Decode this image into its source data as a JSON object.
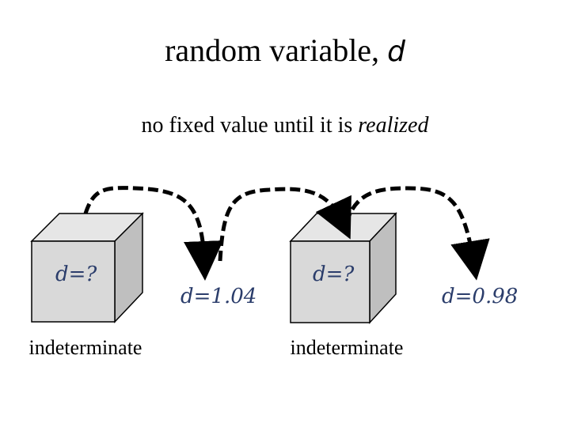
{
  "title": {
    "text": "random variable, ",
    "variable": "d"
  },
  "subtitle": {
    "text": "no fixed value until it is ",
    "emphasis": "realized"
  },
  "boxes": [
    {
      "label": "d=?",
      "caption": "indeterminate"
    },
    {
      "label": "d=?",
      "caption": "indeterminate"
    }
  ],
  "outcomes": [
    {
      "label": "d=1.04"
    },
    {
      "label": "d=0.98"
    }
  ],
  "colors": {
    "box_front": "#d9d9d9",
    "box_top": "#e6e6e6",
    "box_side": "#bfbfbf",
    "label_text": "#2b3d6b",
    "arrow": "#000000"
  },
  "icons": {
    "arrow_head": "arrow-down-icon"
  }
}
